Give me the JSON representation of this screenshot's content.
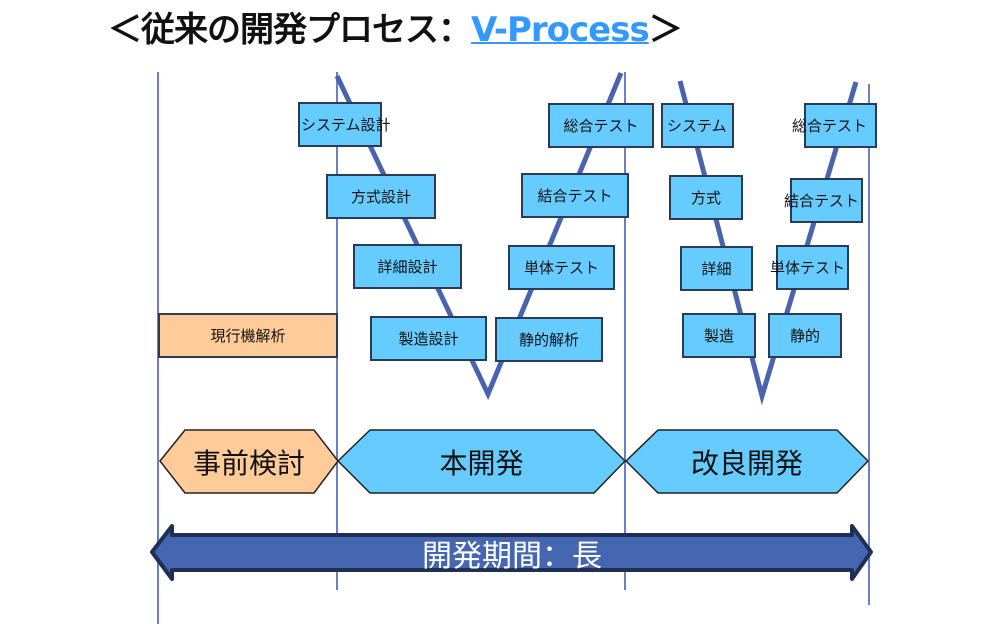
{
  "title": {
    "prefix": "＜従来の開発プロセス：",
    "link": "V-Process",
    "suffix": "＞"
  },
  "colors": {
    "box_blue": "#66ccff",
    "box_orange": "#ffcc99",
    "v_line": "#4a63ad",
    "divider": "#6b7fc6",
    "arrow_fill": "#4566b0",
    "arrow_stroke": "#1f2f55",
    "link": "#3399ff"
  },
  "preliminary": {
    "analysis_box": "現行機解析",
    "phase": "事前検討"
  },
  "main_development": {
    "phase": "本開発",
    "design_steps": [
      "システム設計",
      "方式設計",
      "詳細設計",
      "製造設計"
    ],
    "test_steps": [
      "総合テスト",
      "結合テスト",
      "単体テスト",
      "静的解析"
    ]
  },
  "improvement_development": {
    "phase": "改良開発",
    "design_steps": [
      "システム",
      "方式",
      "詳細",
      "製造"
    ],
    "test_steps": [
      "総合テスト",
      "結合テスト",
      "単体テスト",
      "静的"
    ]
  },
  "duration_arrow": {
    "label": "開発期間：長"
  }
}
